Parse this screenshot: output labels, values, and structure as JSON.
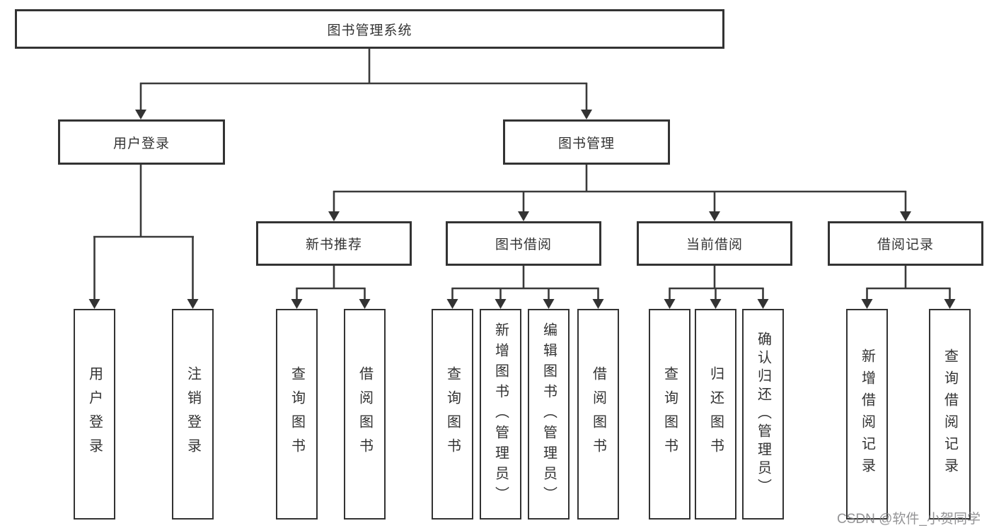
{
  "diagram": {
    "root_label": "图书管理系统",
    "level2": [
      "用户登录",
      "图书管理"
    ],
    "level3": [
      "新书推荐",
      "图书借阅",
      "当前借阅",
      "借阅记录"
    ],
    "leaves_user_login": [
      "用户登录",
      "注销登录"
    ],
    "leaves_new_book": [
      "查询图书",
      "借阅图书"
    ],
    "leaves_book_borrow": [
      "查询图书",
      "新增图书（管理员）",
      "编辑图书（管理员）",
      "借阅图书"
    ],
    "leaves_current_borrow": [
      "查询图书",
      "归还图书",
      "确认归还（管理员）"
    ],
    "leaves_borrow_record": [
      "新增借阅记录",
      "查询借阅记录"
    ],
    "watermark": "CSDN @软件_小贺同学"
  },
  "colors": {
    "line": "#3a3a3a",
    "text": "#333333",
    "watermark": "#80808a",
    "background": "#ffffff"
  }
}
